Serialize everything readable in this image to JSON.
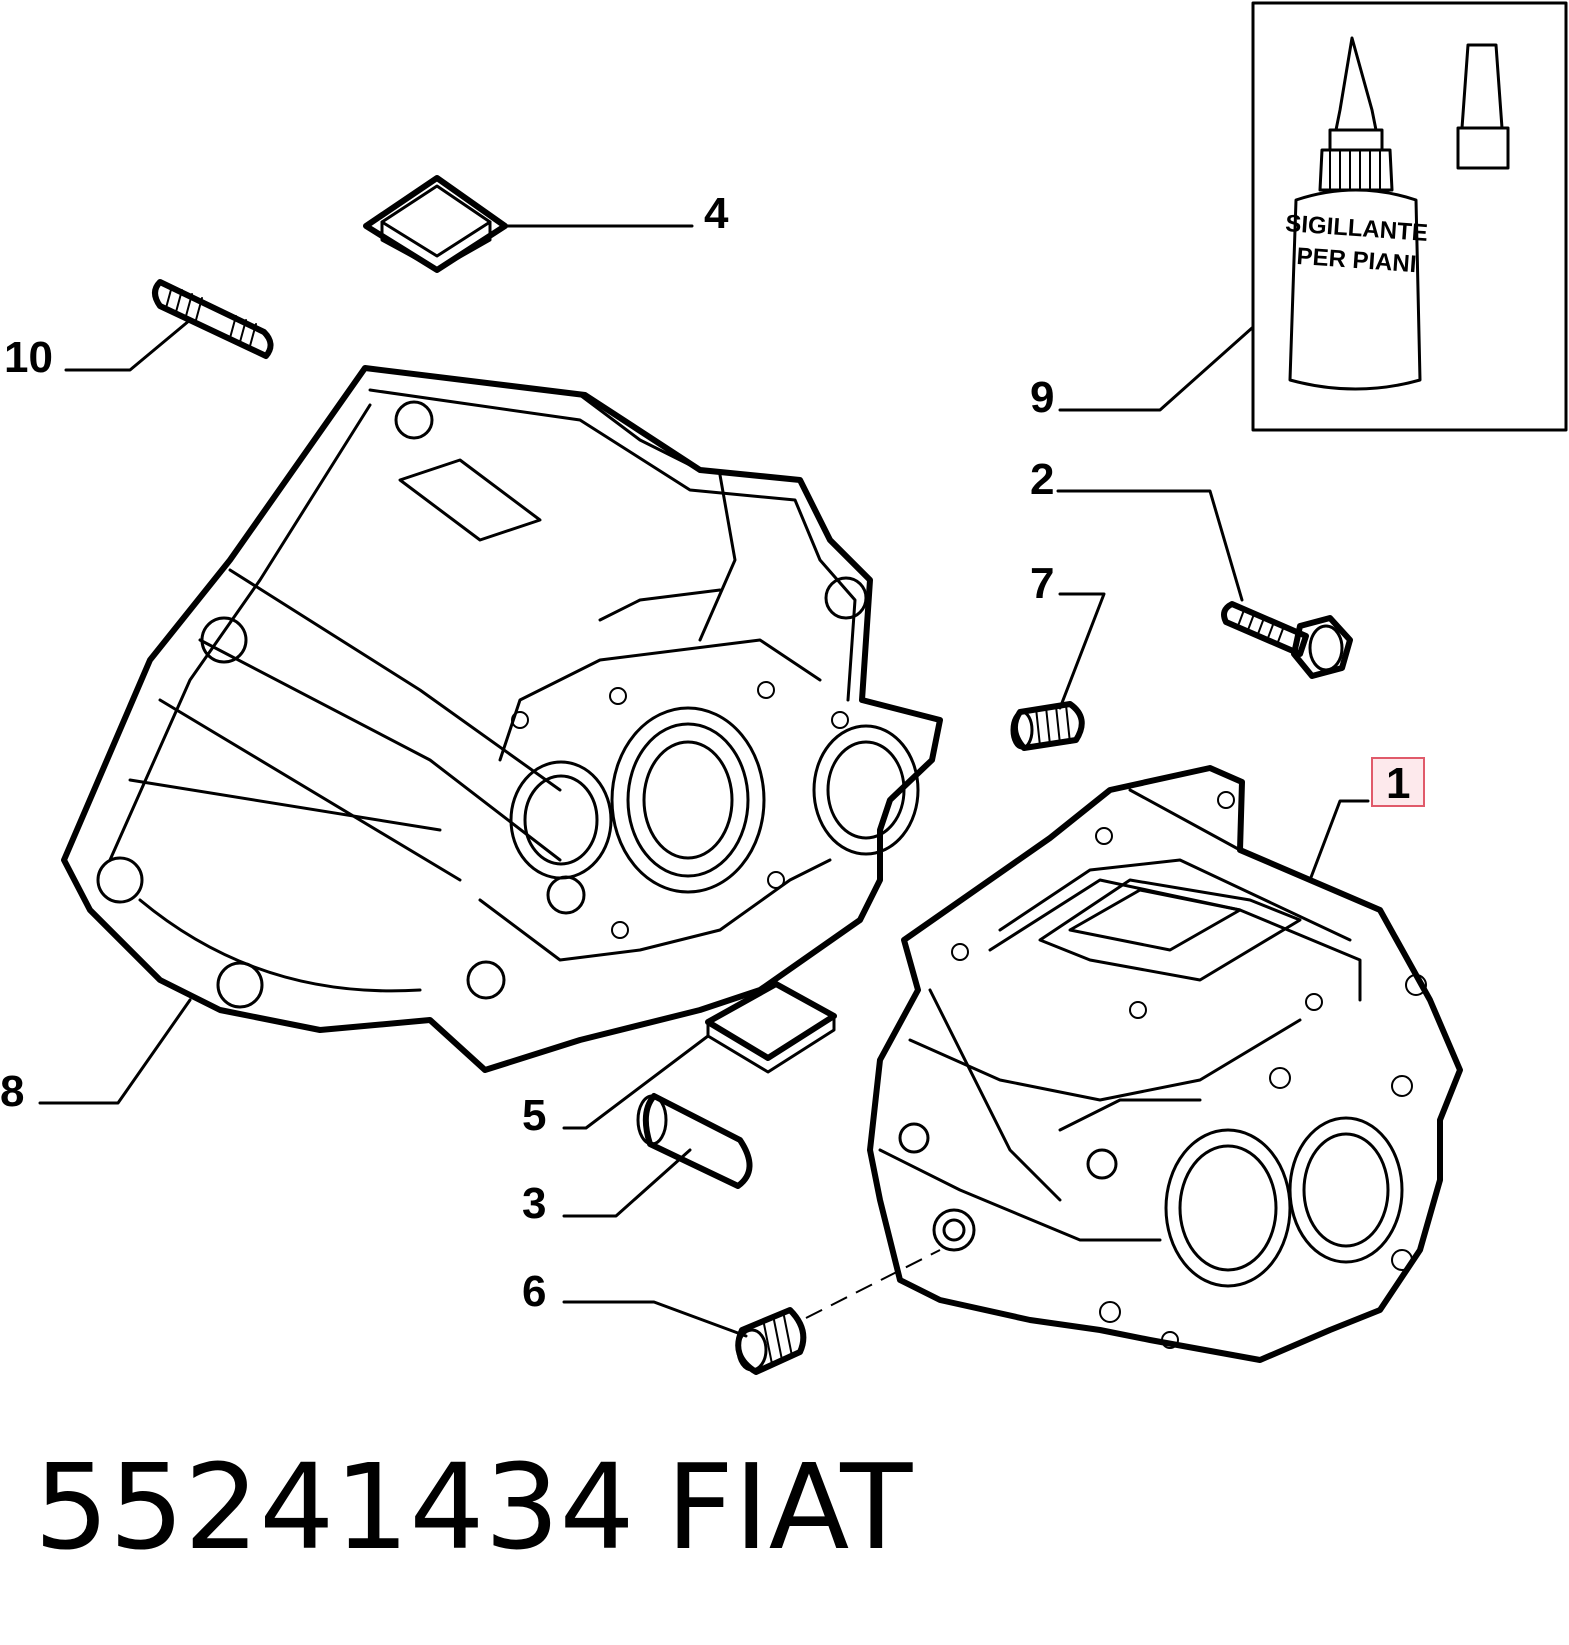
{
  "callouts": [
    {
      "id": "c1",
      "number": "1",
      "highlighted": true
    },
    {
      "id": "c2",
      "number": "2"
    },
    {
      "id": "c3",
      "number": "3"
    },
    {
      "id": "c4",
      "number": "4"
    },
    {
      "id": "c5",
      "number": "5"
    },
    {
      "id": "c6",
      "number": "6"
    },
    {
      "id": "c7",
      "number": "7"
    },
    {
      "id": "c8",
      "number": "8"
    },
    {
      "id": "c9",
      "number": "9"
    },
    {
      "id": "c10",
      "number": "10"
    }
  ],
  "sealant_bottle": {
    "label_line1": "SIGILLANTE",
    "label_line2": "PER PIANI"
  },
  "footer": {
    "part_number": "55241434",
    "brand": "FIAT"
  },
  "colors": {
    "highlight": "#e05a6a",
    "highlight_fill": "#fde9ec",
    "ink": "#000000"
  }
}
